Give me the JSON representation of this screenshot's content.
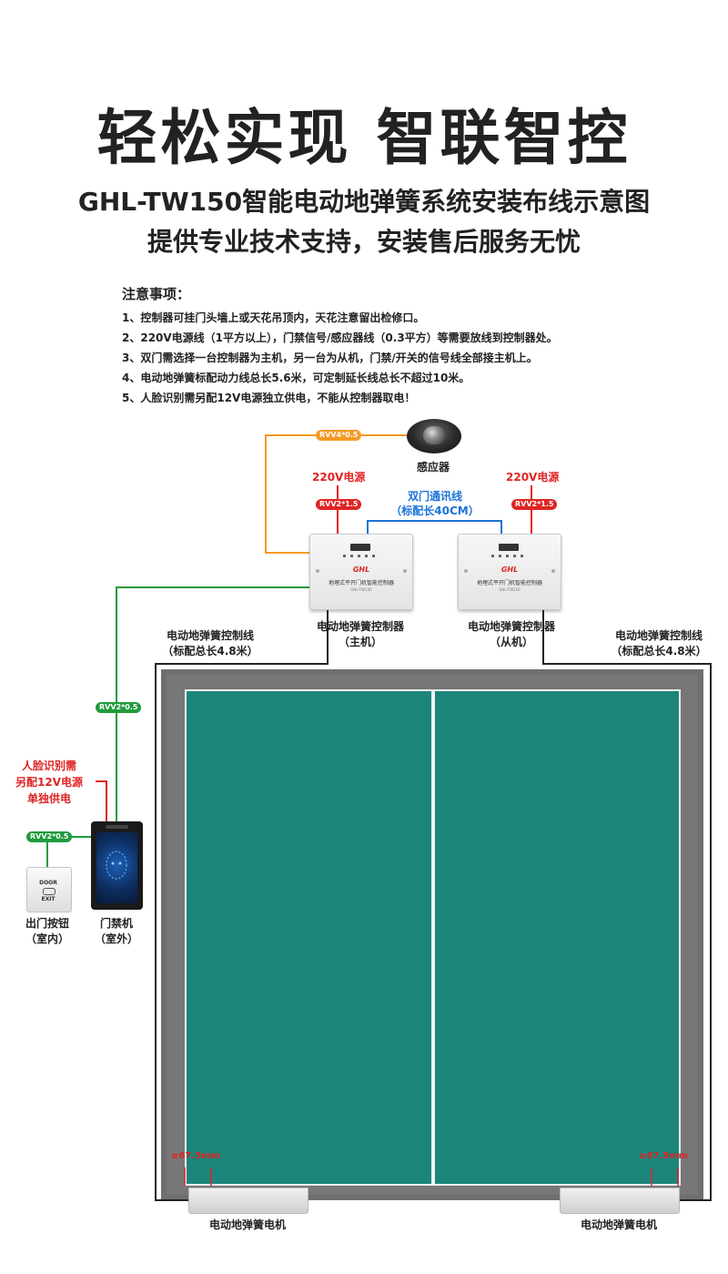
{
  "header": {
    "title": "轻松实现 智联智控",
    "subtitle1": "GHL-TW150智能电动地弹簧系统安装布线示意图",
    "subtitle2": "提供专业技术支持，安装售后服务无忧"
  },
  "notes": {
    "title": "注意事项：",
    "items": [
      "1、控制器可挂门头墙上或天花吊顶内，天花注意留出检修口。",
      "2、220V电源线（1平方以上），门禁信号/感应器线（0.3平方）等需要放线到控制器处。",
      "3、双门需选择一台控制器为主机，另一台为从机，门禁/开关的信号线全部接主机上。",
      "4、电动地弹簧标配动力线总长5.6米，可定制延长线总长不超过10米。",
      "5、人脸识别需另配12V电源独立供电，不能从控制器取电！"
    ]
  },
  "diagram": {
    "sensor_cable_tag": "RVV4*0.5",
    "sensor_label": "感应器",
    "power_left": "220V电源",
    "power_right": "220V电源",
    "power_tag_left": "RVV2*1.5",
    "power_tag_right": "RVV2*1.5",
    "comm_line": [
      "双门通讯线",
      "（标配长40CM）"
    ],
    "controller_logo": "GHL",
    "controller_name": "地埋式平开门机智能控制器",
    "controller_model_left": "GHL-TW150",
    "controller_model_right": "GHL-TW150",
    "controller_master": [
      "电动地弹簧控制器",
      "（主机）"
    ],
    "controller_slave": [
      "电动地弹簧控制器",
      "（从机）"
    ],
    "line_left": [
      "电动地弹簧控制线",
      "（标配总长4.8米）"
    ],
    "line_right": [
      "电动地弹簧控制线",
      "（标配总长4.8米）"
    ],
    "access_cable_tag": "RVV2*0.5",
    "button_cable_tag": "RVV2*0.5",
    "face_power_note": [
      "人脸识别需",
      "另配12V电源",
      "单独供电"
    ],
    "exit_button_text": [
      "DOOR",
      "EXIT"
    ],
    "exit_button_label": [
      "出门按钮",
      "（室内）"
    ],
    "access_label": [
      "门禁机",
      "（室外）"
    ],
    "dim_left": "≥67.5mm",
    "dim_right": "≥67.5mm",
    "motor_left": "电动地弹簧电机",
    "motor_right": "电动地弹簧电机"
  },
  "colors": {
    "door_leaf": "#1c857b",
    "frame": "#6f6f6f",
    "accent_red": "#e02424",
    "sensor_wire": "#f59a23",
    "access_wire": "#1f9b3c",
    "comm_wire": "#1a73d9"
  }
}
